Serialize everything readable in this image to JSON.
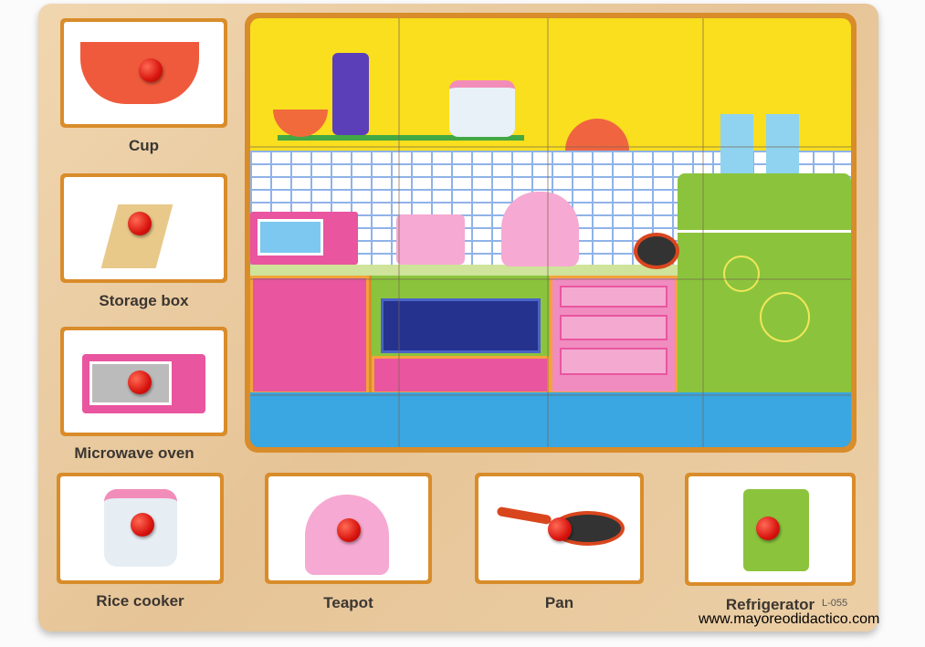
{
  "labels": {
    "cup": "Cup",
    "storage_box": "Storage box",
    "microwave_oven": "Microwave oven",
    "rice_cooker": "Rice cooker",
    "teapot": "Teapot",
    "pan": "Pan",
    "refrigerator": "Refrigerator"
  },
  "model_code": "L-055",
  "watermark": "www.mayoreodidactico.com"
}
